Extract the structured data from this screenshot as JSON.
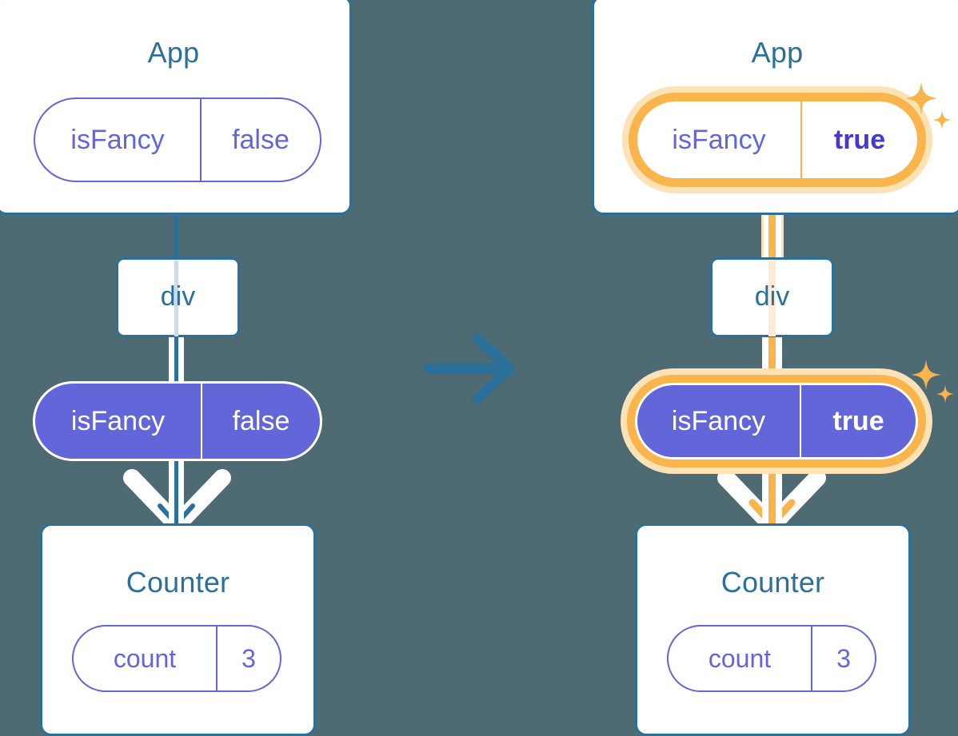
{
  "meta": {
    "background_color": "#4e6a73",
    "accent_blue": "#2b7099",
    "accent_purple": "#6366d8",
    "accent_orange": "#f9b44c",
    "accent_orange_soft": "#fce2b4",
    "transition_arrow_icon": "arrow-right-icon"
  },
  "before": {
    "app": {
      "title": "App",
      "state": {
        "key": "isFancy",
        "value": "false"
      }
    },
    "dom": {
      "label": "div"
    },
    "prop_pill": {
      "key": "isFancy",
      "value": "false"
    },
    "counter": {
      "title": "Counter",
      "state": {
        "key": "count",
        "value": "3"
      }
    }
  },
  "after": {
    "app": {
      "title": "App",
      "state": {
        "key": "isFancy",
        "value": "true",
        "highlighted": true
      }
    },
    "dom": {
      "label": "div"
    },
    "prop_pill": {
      "key": "isFancy",
      "value": "true",
      "highlighted": true
    },
    "counter": {
      "title": "Counter",
      "state": {
        "key": "count",
        "value": "3"
      }
    },
    "sparkle_icons": [
      "sparkle-large-icon",
      "sparkle-small-icon"
    ]
  }
}
